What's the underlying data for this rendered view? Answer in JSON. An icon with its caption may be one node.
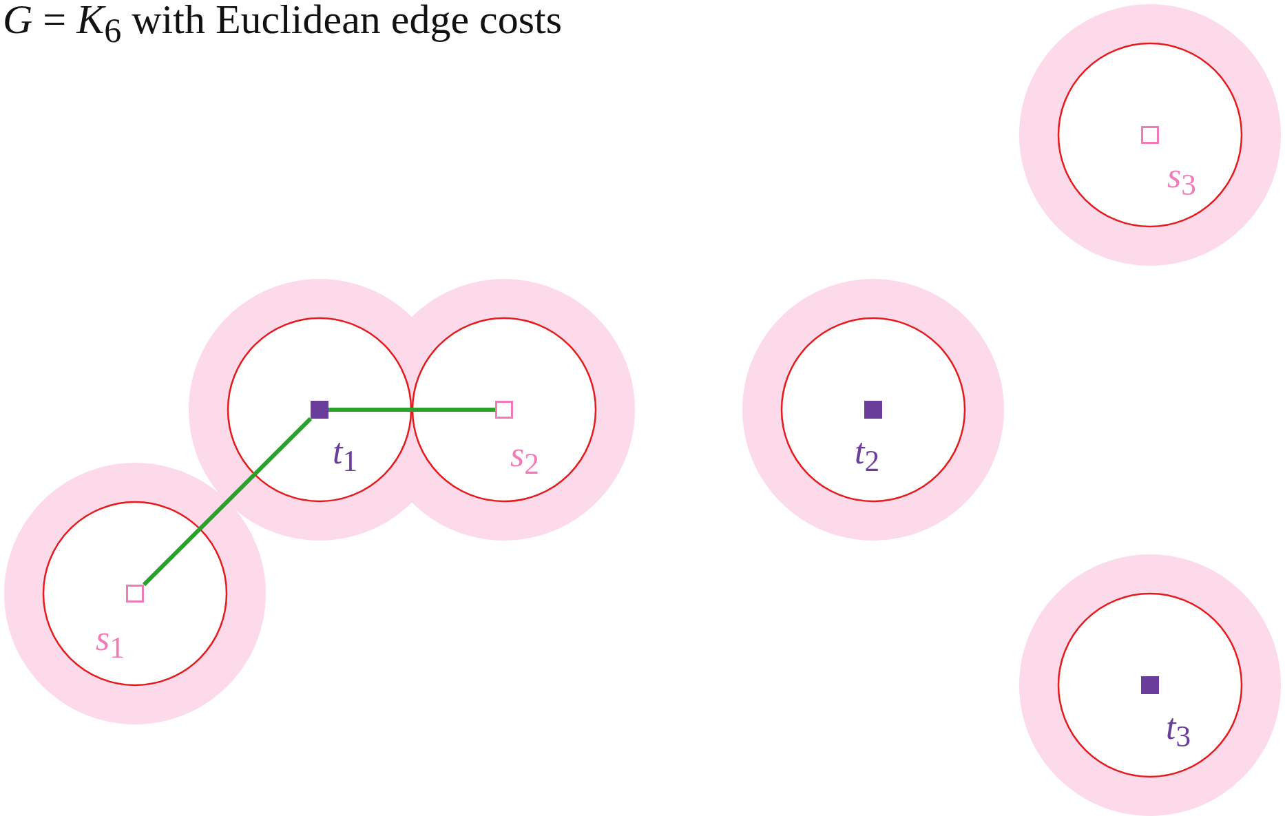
{
  "diagram": {
    "title": "*G* = *K*$_{6}$ with Euclidean edge costs",
    "nodes": [
      {
        "text": [
          "*s*$_{3}$"
        ]
      },
      {
        "text": [
          "*t*$_{1}$"
        ]
      },
      {
        "text": [
          "*s*$_{2}$"
        ]
      },
      {
        "text": [
          "*t*$_{2}$"
        ]
      },
      {
        "text": [
          "*s*$_{1}$"
        ]
      },
      {
        "text": [
          "*t*$_{3}$"
        ]
      }
    ],
    "edges": [
      {
        "from": 1,
        "to": 4,
        "arrow": "none"
      },
      {
        "from": 1,
        "to": 2,
        "arrow": "none"
      }
    ]
  }
}
